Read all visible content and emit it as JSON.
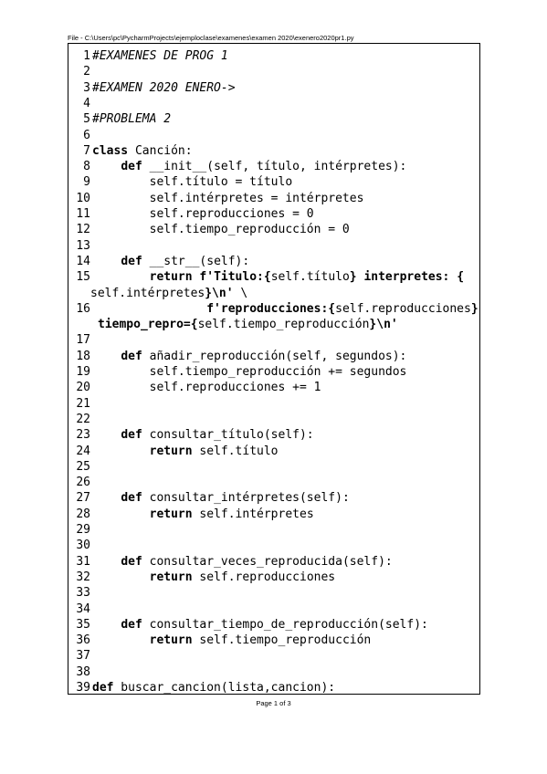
{
  "file_path": "File - C:\\Users\\pc\\PycharmProjects\\ejemploclase\\examenes\\examen 2020\\exenero2020pr1.py",
  "footer": "Page 1 of 3",
  "lines": [
    {
      "n": "1",
      "segs": [
        {
          "t": "#EXAMENES DE PROG 1",
          "s": "cm"
        }
      ]
    },
    {
      "n": "2",
      "segs": []
    },
    {
      "n": "3",
      "segs": [
        {
          "t": "#EXAMEN 2020 ENERO->",
          "s": "cm"
        }
      ]
    },
    {
      "n": "4",
      "segs": []
    },
    {
      "n": "5",
      "segs": [
        {
          "t": "#PROBLEMA 2",
          "s": "cm"
        }
      ]
    },
    {
      "n": "6",
      "segs": []
    },
    {
      "n": "7",
      "segs": [
        {
          "t": "class",
          "s": "kw"
        },
        {
          "t": " Canción:",
          "s": ""
        }
      ]
    },
    {
      "n": "8",
      "segs": [
        {
          "t": "    ",
          "s": ""
        },
        {
          "t": "def",
          "s": "kw"
        },
        {
          "t": " __init__(self, título, intérpretes):",
          "s": ""
        }
      ]
    },
    {
      "n": "9",
      "segs": [
        {
          "t": "        self.título = título",
          "s": ""
        }
      ]
    },
    {
      "n": "10",
      "segs": [
        {
          "t": "        self.intérpretes = intérpretes",
          "s": ""
        }
      ]
    },
    {
      "n": "11",
      "segs": [
        {
          "t": "        self.reproducciones = 0",
          "s": ""
        }
      ]
    },
    {
      "n": "12",
      "segs": [
        {
          "t": "        self.tiempo_reproducción = 0",
          "s": ""
        }
      ]
    },
    {
      "n": "13",
      "segs": []
    },
    {
      "n": "14",
      "segs": [
        {
          "t": "    ",
          "s": ""
        },
        {
          "t": "def",
          "s": "kw"
        },
        {
          "t": " __str__(self):",
          "s": ""
        }
      ]
    },
    {
      "n": "15",
      "segs": [
        {
          "t": "        ",
          "s": ""
        },
        {
          "t": "return",
          "s": "kw"
        },
        {
          "t": " ",
          "s": ""
        },
        {
          "t": "f'Titulo:{",
          "s": "kw"
        },
        {
          "t": "self.título",
          "s": ""
        },
        {
          "t": "} interpretes: {",
          "s": "kw"
        }
      ]
    },
    {
      "n": "",
      "wrap": "wrap",
      "segs": [
        {
          "t": "self.intérpretes",
          "s": ""
        },
        {
          "t": "}\\n'",
          "s": "kw"
        },
        {
          "t": " \\",
          "s": ""
        }
      ]
    },
    {
      "n": "16",
      "segs": [
        {
          "t": "                ",
          "s": ""
        },
        {
          "t": "f'reproducciones:{",
          "s": "kw"
        },
        {
          "t": "self.reproducciones",
          "s": ""
        },
        {
          "t": "}",
          "s": "kw"
        }
      ]
    },
    {
      "n": "",
      "wrap": "wrap2",
      "segs": [
        {
          "t": "tiempo_repro={",
          "s": "kw"
        },
        {
          "t": "self.tiempo_reproducción",
          "s": ""
        },
        {
          "t": "}\\n'",
          "s": "kw"
        }
      ]
    },
    {
      "n": "17",
      "segs": []
    },
    {
      "n": "18",
      "segs": [
        {
          "t": "    ",
          "s": ""
        },
        {
          "t": "def",
          "s": "kw"
        },
        {
          "t": " añadir_reproducción(self, segundos):",
          "s": ""
        }
      ]
    },
    {
      "n": "19",
      "segs": [
        {
          "t": "        self.tiempo_reproducción += segundos",
          "s": ""
        }
      ]
    },
    {
      "n": "20",
      "segs": [
        {
          "t": "        self.reproducciones += 1",
          "s": ""
        }
      ]
    },
    {
      "n": "21",
      "segs": []
    },
    {
      "n": "22",
      "segs": []
    },
    {
      "n": "23",
      "segs": [
        {
          "t": "    ",
          "s": ""
        },
        {
          "t": "def",
          "s": "kw"
        },
        {
          "t": " consultar_título(self):",
          "s": ""
        }
      ]
    },
    {
      "n": "24",
      "segs": [
        {
          "t": "        ",
          "s": ""
        },
        {
          "t": "return",
          "s": "kw"
        },
        {
          "t": " self.título",
          "s": ""
        }
      ]
    },
    {
      "n": "25",
      "segs": []
    },
    {
      "n": "26",
      "segs": []
    },
    {
      "n": "27",
      "segs": [
        {
          "t": "    ",
          "s": ""
        },
        {
          "t": "def",
          "s": "kw"
        },
        {
          "t": " consultar_intérpretes(self):",
          "s": ""
        }
      ]
    },
    {
      "n": "28",
      "segs": [
        {
          "t": "        ",
          "s": ""
        },
        {
          "t": "return",
          "s": "kw"
        },
        {
          "t": " self.intérpretes",
          "s": ""
        }
      ]
    },
    {
      "n": "29",
      "segs": []
    },
    {
      "n": "30",
      "segs": []
    },
    {
      "n": "31",
      "segs": [
        {
          "t": "    ",
          "s": ""
        },
        {
          "t": "def",
          "s": "kw"
        },
        {
          "t": " consultar_veces_reproducida(self):",
          "s": ""
        }
      ]
    },
    {
      "n": "32",
      "segs": [
        {
          "t": "        ",
          "s": ""
        },
        {
          "t": "return",
          "s": "kw"
        },
        {
          "t": " self.reproducciones",
          "s": ""
        }
      ]
    },
    {
      "n": "33",
      "segs": []
    },
    {
      "n": "34",
      "segs": []
    },
    {
      "n": "35",
      "segs": [
        {
          "t": "    ",
          "s": ""
        },
        {
          "t": "def",
          "s": "kw"
        },
        {
          "t": " consultar_tiempo_de_reproducción(self):",
          "s": ""
        }
      ]
    },
    {
      "n": "36",
      "segs": [
        {
          "t": "        ",
          "s": ""
        },
        {
          "t": "return",
          "s": "kw"
        },
        {
          "t": " self.tiempo_reproducción",
          "s": ""
        }
      ]
    },
    {
      "n": "37",
      "segs": []
    },
    {
      "n": "38",
      "segs": []
    },
    {
      "n": "39",
      "segs": [
        {
          "t": "def",
          "s": "kw"
        },
        {
          "t": " buscar_cancion(lista,cancion):",
          "s": ""
        }
      ]
    }
  ]
}
